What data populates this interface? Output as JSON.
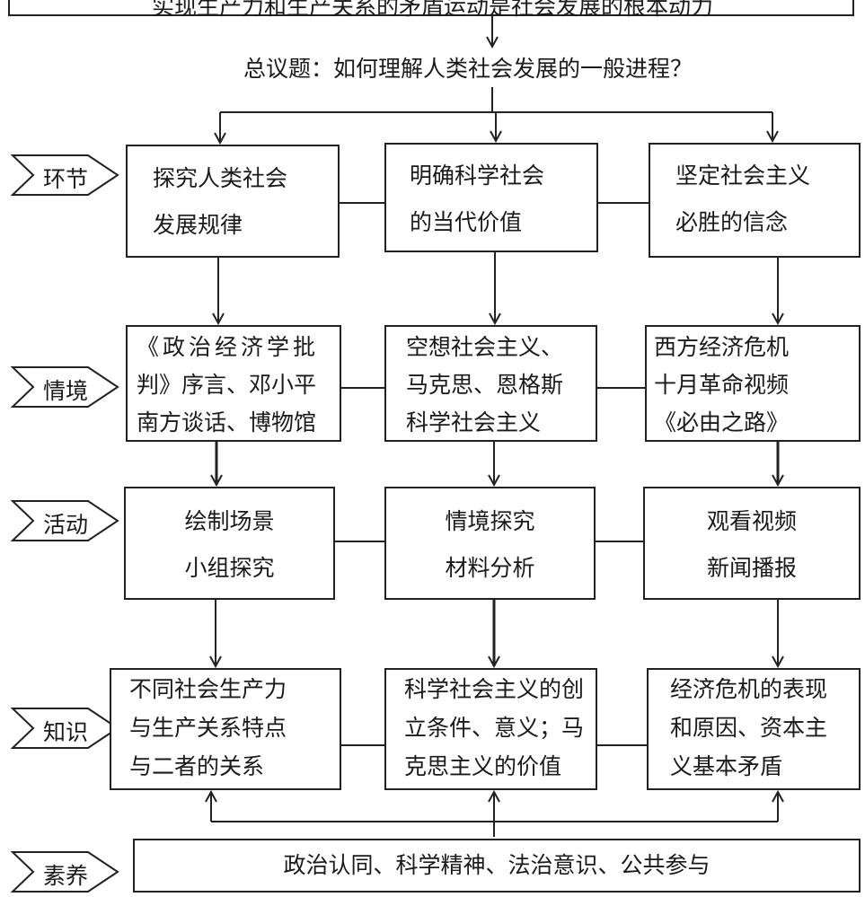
{
  "top_banner": {
    "text": "实现生产力和生产关系的矛盾运动是社会发展的根本动力"
  },
  "overall_topic": "总议题：如何理解人类社会发展的一般进程？",
  "side_labels": {
    "stage": "环节",
    "context": "情境",
    "activity": "活动",
    "knowledge": "知识",
    "literacy": "素养"
  },
  "stage_row": [
    {
      "lines": [
        "探究人类社会",
        "发展规律"
      ]
    },
    {
      "lines": [
        "明确科学社会",
        "的当代价值"
      ]
    },
    {
      "lines": [
        "坚定社会主义",
        "必胜的信念"
      ]
    }
  ],
  "context_row": [
    {
      "lines": [
        "《政治经济学批",
        "判》序言、邓小平",
        "南方谈话、博物馆"
      ]
    },
    {
      "lines": [
        "空想社会主义、",
        "马克思、恩格斯",
        "科学社会主义"
      ]
    },
    {
      "lines": [
        "西方经济危机",
        "十月革命视频",
        "《必由之路》"
      ]
    }
  ],
  "activity_row": [
    {
      "lines": [
        "绘制场景",
        "小组探究"
      ]
    },
    {
      "lines": [
        "情境探究",
        "材料分析"
      ]
    },
    {
      "lines": [
        "观看视频",
        "新闻播报"
      ]
    }
  ],
  "knowledge_row": [
    {
      "lines": [
        "不同社会生产力",
        "与生产关系特点",
        "与二者的关系"
      ]
    },
    {
      "lines": [
        "科学社会主义的创",
        "立条件、意义；马",
        "克思主义的价值"
      ]
    },
    {
      "lines": [
        "经济危机的表现",
        "和原因、资本主",
        "义基本矛盾"
      ]
    }
  ],
  "literacy_bar": "政治认同、科学精神、法治意识、公共参与",
  "colors": {
    "stroke": "#222222",
    "text": "#1a1a1a",
    "background": "#ffffff"
  }
}
